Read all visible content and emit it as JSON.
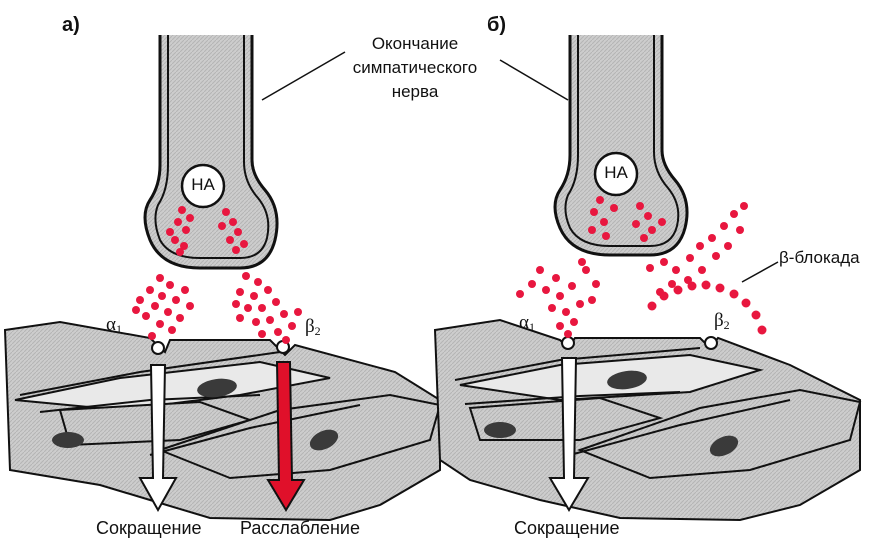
{
  "panels": {
    "a": {
      "letter": "а)",
      "neurotransmitter": "НА",
      "alpha": "α",
      "alpha_sub": "1",
      "beta": "β",
      "beta_sub": "2",
      "left_effect": "Сокращение",
      "right_effect": "Расслабление"
    },
    "b": {
      "letter": "б)",
      "neurotransmitter": "НА",
      "alpha": "α",
      "alpha_sub": "1",
      "beta": "β",
      "beta_sub": "2",
      "blockade": "β-блокада",
      "effect": "Сокращение"
    }
  },
  "nerve_label": {
    "line1": "Окончание",
    "line2": "симпатического",
    "line3": "нерва"
  },
  "colors": {
    "vesicle_dots": "#e8173f",
    "cell_fill": "#cfcfcf",
    "nucleus": "#3a3a3a",
    "arrow_relax": "#e0102a",
    "outline": "#111111"
  }
}
